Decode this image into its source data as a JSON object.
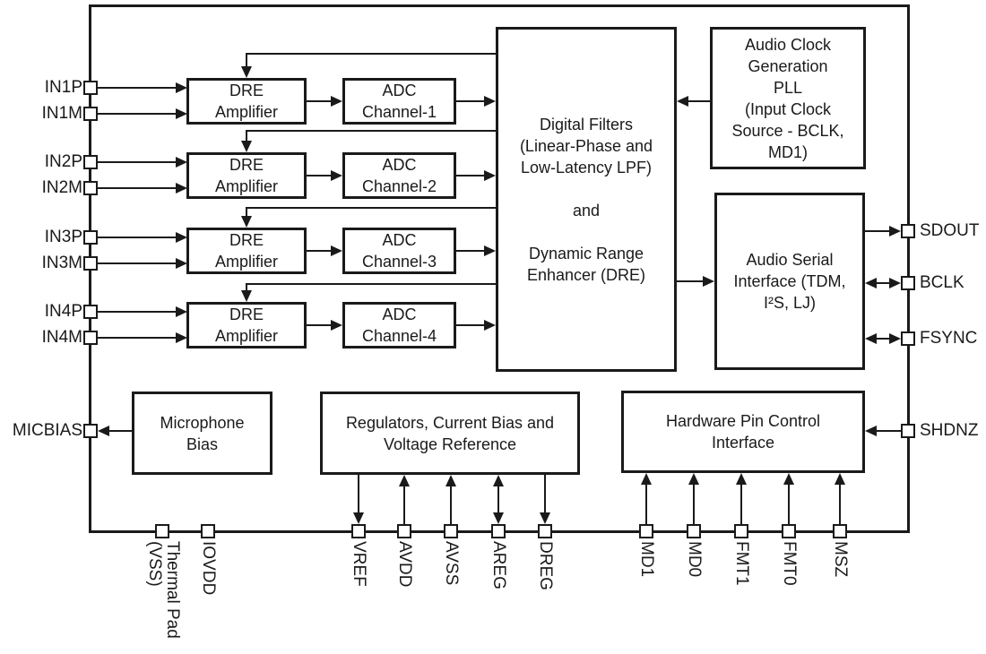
{
  "diagram_type": "chip-functional-block-diagram",
  "colors": {
    "ink": "#1a1a1a",
    "background": "#ffffff",
    "block_fill": "#ffffff"
  },
  "blocks": {
    "dre_amplifier_1": "DRE\nAmplifier",
    "dre_amplifier_2": "DRE\nAmplifier",
    "dre_amplifier_3": "DRE\nAmplifier",
    "dre_amplifier_4": "DRE\nAmplifier",
    "adc_channel_1": "ADC\nChannel-1",
    "adc_channel_2": "ADC\nChannel-2",
    "adc_channel_3": "ADC\nChannel-3",
    "adc_channel_4": "ADC\nChannel-4",
    "digital_filters": "Digital Filters\n(Linear-Phase and\nLow-Latency LPF)\n\nand\n\nDynamic Range\nEnhancer (DRE)",
    "audio_clock_pll": "Audio Clock\nGeneration\nPLL\n(Input Clock\nSource - BCLK,\nMD1)",
    "audio_serial_interface": "Audio Serial\nInterface (TDM,\nI²S, LJ)",
    "microphone_bias": "Microphone\nBias",
    "regulators": "Regulators, Current Bias and\nVoltage Reference",
    "hardware_pin_control": "Hardware Pin Control\nInterface"
  },
  "left_pins": [
    "IN1P",
    "IN1M",
    "IN2P",
    "IN2M",
    "IN3P",
    "IN3M",
    "IN4P",
    "IN4M",
    "MICBIAS"
  ],
  "right_pins": [
    "SDOUT",
    "BCLK",
    "FSYNC",
    "SHDNZ"
  ],
  "bottom_pins": [
    "Thermal Pad\n(VSS)",
    "IOVDD",
    "VREF",
    "AVDD",
    "AVSS",
    "AREG",
    "DREG",
    "MD1",
    "MD0",
    "FMT1",
    "FMT0",
    "MSZ"
  ]
}
